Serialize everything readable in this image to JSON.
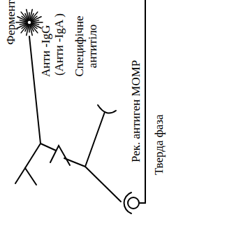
{
  "diagram": {
    "labels": [
      "Фермент",
      "Анти -IgG",
      "(Анти -IgA )",
      "Специфічне антитіло",
      "Рек. антиген MOMP",
      "Тверда фаза"
    ]
  }
}
